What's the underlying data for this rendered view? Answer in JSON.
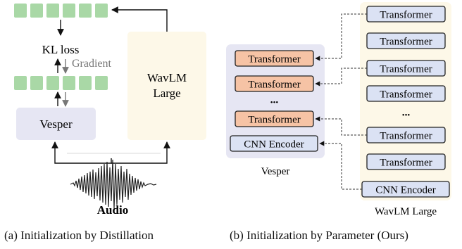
{
  "panel_a": {
    "kl_loss": "KL loss",
    "gradient": "Gradient",
    "student": "Vesper",
    "teacher_line1": "WavLM",
    "teacher_line2": "Large",
    "audio": "Audio",
    "caption": "(a) Initialization by Distillation"
  },
  "panel_b": {
    "vesper_layers": [
      "Transformer",
      "Transformer",
      "•••",
      "Transformer",
      "CNN Encoder"
    ],
    "vesper_label": "Vesper",
    "wavlm_layers": [
      "Transformer",
      "Transformer",
      "Transformer",
      "Transformer",
      "•••",
      "Transformer",
      "Transformer",
      "CNN Encoder"
    ],
    "wavlm_label": "WavLM Large",
    "caption": "(b) Initialization by Parameter (Ours)"
  },
  "colors": {
    "feature_green": "#a9d8a6",
    "student_box": "#e6e6f3",
    "teacher_box": "#fdf8e8",
    "vesper_transformer": "#f6c3a5",
    "wavlm_block": "#dbe2f4",
    "arrow_gray": "#777777"
  }
}
